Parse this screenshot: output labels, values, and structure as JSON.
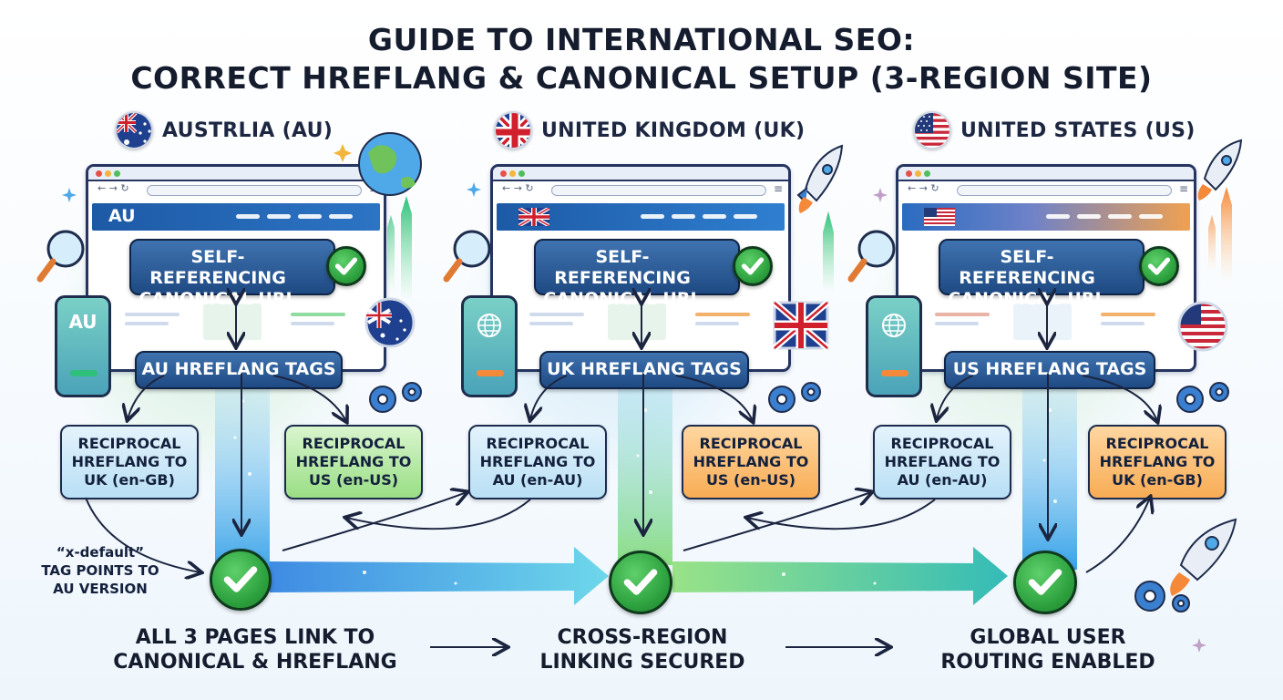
{
  "title": {
    "line1": "GUIDE TO INTERNATIONAL SEO:",
    "line2": "CORRECT HREFLANG & CANONICAL SETUP (3-REGION SITE)"
  },
  "regions": [
    {
      "name": "AUSTRLIA (AU)",
      "flag_icon": "australia-flag-icon",
      "header_label": "AU",
      "phone_label": "AU",
      "canonical_label": "SELF-REFERENCING CANONICAL URL",
      "tags_label": "AU HREFLANG TAGS",
      "reciprocal": [
        {
          "line1": "RECIPROCAL",
          "line2": "HREFLANG TO",
          "line3": "UK (en-GB)",
          "color": "blue"
        },
        {
          "line1": "RECIPROCAL",
          "line2": "HREFLANG TO",
          "line3": "US (en-US)",
          "color": "green"
        }
      ]
    },
    {
      "name": "UNITED KINGDOM (UK)",
      "flag_icon": "uk-flag-icon",
      "header_label": "",
      "phone_label": "",
      "canonical_label": "SELF-REFERENCING CANONICAL URL",
      "tags_label": "UK HREFLANG TAGS",
      "reciprocal": [
        {
          "line1": "RECIPROCAL",
          "line2": "HREFLANG TO",
          "line3": "AU (en-AU)",
          "color": "blue"
        },
        {
          "line1": "RECIPROCAL",
          "line2": "HREFLANG TO",
          "line3": "US (en-US)",
          "color": "orange"
        }
      ]
    },
    {
      "name": "UNITED STATES (US)",
      "flag_icon": "us-flag-icon",
      "header_label": "",
      "phone_label": "",
      "canonical_label": "SELF-REFERENCING CANONICAL URL",
      "tags_label": "US HREFLANG TAGS",
      "reciprocal": [
        {
          "line1": "RECIPROCAL",
          "line2": "HREFLANG TO",
          "line3": "AU (en-AU)",
          "color": "blue"
        },
        {
          "line1": "RECIPROCAL",
          "line2": "HREFLANG TO",
          "line3": "UK (en-GB)",
          "color": "orange"
        }
      ]
    }
  ],
  "x_default_note": {
    "line1": "“x-default”",
    "line2": "TAG POINTS TO",
    "line3": "AU VERSION"
  },
  "summary": [
    {
      "line1": "ALL 3 PAGES LINK TO",
      "line2": "CANONICAL & HREFLANG"
    },
    {
      "line1": "CROSS-REGION",
      "line2": "LINKING SECURED"
    },
    {
      "line1": "GLOBAL USER",
      "line2": "ROUTING ENABLED"
    }
  ],
  "colors": {
    "navy": "#1f4a83",
    "check_green": "#2ea33f",
    "au_header": "#1e5fa8",
    "uk_header": "#2a6cc0",
    "us_header_start": "#2a6cc0",
    "us_header_end": "#f59a3c",
    "flow_blue": "#2f9ee6",
    "flow_green": "#7ad87a",
    "flow_teal": "#1fb5b0"
  },
  "decorative_icons": [
    "magnifier-icon",
    "globe-icon",
    "rocket-icon",
    "gear-icon",
    "sparkle-icon",
    "globe-phone-icon"
  ]
}
